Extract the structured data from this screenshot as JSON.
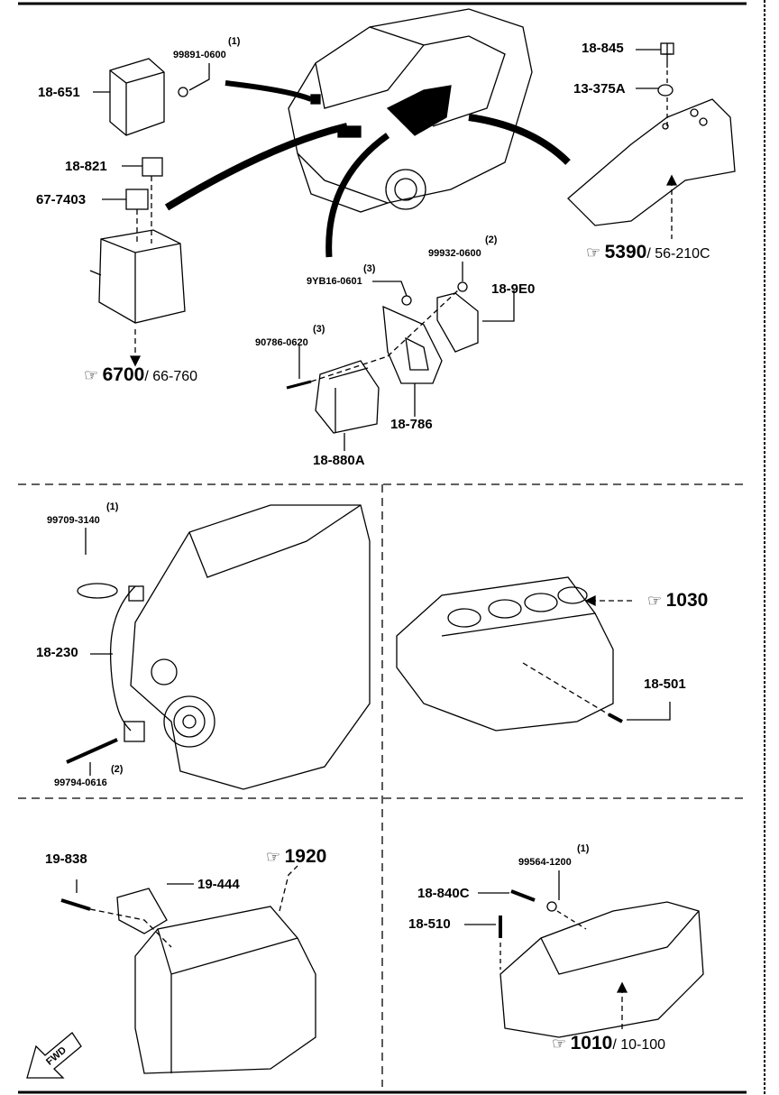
{
  "section_top": {
    "parts": {
      "p18651": "18-651",
      "p99891": "99891-0600",
      "q99891": "(1)",
      "p18821": "18-821",
      "p677403": "67-7403",
      "p18845": "18-845",
      "p13375a": "13-375A",
      "p99932": "99932-0600",
      "q99932": "(2)",
      "p9yb16": "9YB16-0601",
      "q9yb16": "(3)",
      "p189e0": "18-9E0",
      "p90786": "90786-0620",
      "q90786": "(3)",
      "p18786": "18-786",
      "p18880a": "18-880A"
    },
    "refs": {
      "r6700": {
        "num": "6700",
        "page": "/ 66-760"
      },
      "r5390": {
        "num": "5390",
        "page": "/ 56-210C"
      }
    }
  },
  "section_mid_left": {
    "parts": {
      "p99709": "99709-3140",
      "q99709": "(1)",
      "p18230": "18-230",
      "p99794": "99794-0616",
      "q99794": "(2)"
    }
  },
  "section_mid_right": {
    "refs": {
      "r1030": {
        "num": "1030"
      }
    },
    "parts": {
      "p18501": "18-501"
    }
  },
  "section_bottom_left": {
    "parts": {
      "p19838": "19-838",
      "p19444": "19-444"
    },
    "refs": {
      "r1920": {
        "num": "1920"
      }
    },
    "fwd": "FWD"
  },
  "section_bottom_right": {
    "parts": {
      "p99564": "99564-1200",
      "q99564": "(1)",
      "p18840c": "18-840C",
      "p18510": "18-510"
    },
    "refs": {
      "r1010": {
        "num": "1010",
        "page": "/ 10-100"
      }
    }
  }
}
